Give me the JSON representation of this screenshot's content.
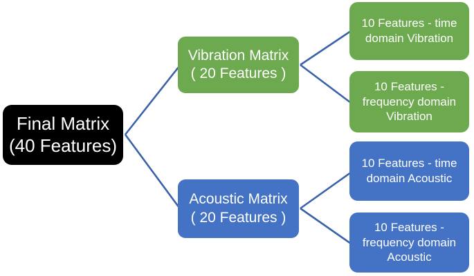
{
  "diagram": {
    "type": "tree",
    "connector_color": "#3a62a8",
    "root": {
      "line1": "Final Matrix",
      "line2": "(40 Features)",
      "bg": "#000000",
      "text_color": "#ffffff"
    },
    "branches": [
      {
        "name": "vibration",
        "line1": "Vibration Matrix",
        "line2": "( 20 Features )",
        "bg": "#6ca94f",
        "leaves": [
          {
            "label": "10 Features - time domain Vibration"
          },
          {
            "label": "10 Features - frequency domain Vibration"
          }
        ]
      },
      {
        "name": "acoustic",
        "line1": "Acoustic Matrix",
        "line2": "( 20 Features )",
        "bg": "#4472c4",
        "leaves": [
          {
            "label": "10 Features - time domain Acoustic"
          },
          {
            "label": "10 Features - frequency domain Acoustic"
          }
        ]
      }
    ]
  }
}
